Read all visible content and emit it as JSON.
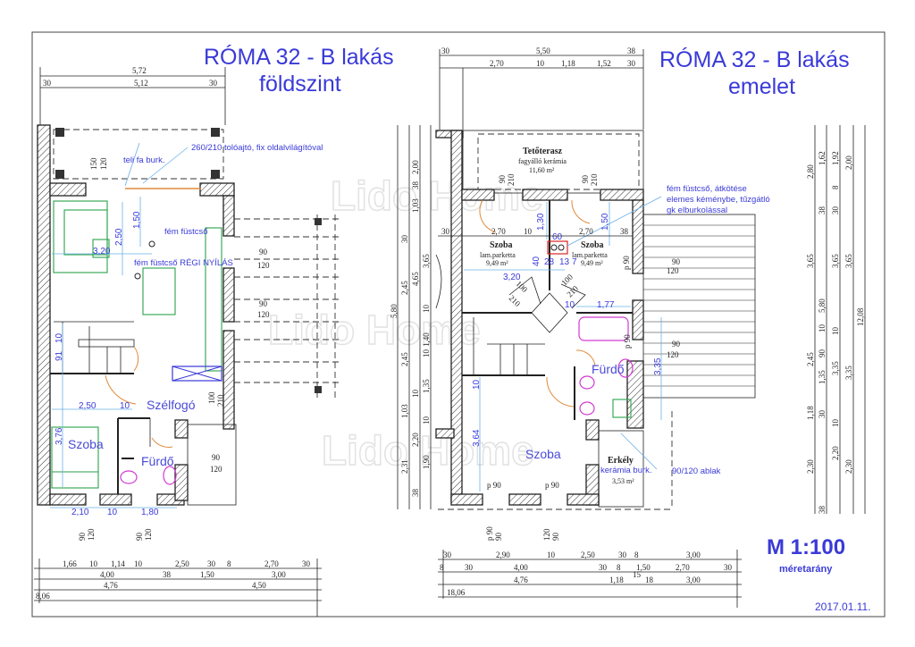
{
  "titles": {
    "left_line1": "RÓMA 32 - B lakás",
    "left_line2": "földszint",
    "right_line1": "RÓMA 32 - B lakás",
    "right_line2": "emelet"
  },
  "watermark": "Lido Home",
  "scale": {
    "label": "M 1:100",
    "caption": "méretarány"
  },
  "date": "2017.01.11.",
  "ground": {
    "rooms": [
      "Szoba",
      "Fürdő",
      "Szélfogó"
    ],
    "notes": [
      "260/210 tolóajtó, fix oldalvilágítóval",
      "teli fa burk.",
      "fém füstcső",
      "fém füstcső RÉGI NYÍLÁS"
    ],
    "inner_dims": [
      "2,50",
      "1,50",
      "3,20",
      "2,50",
      "10",
      "3,76",
      "91",
      "10",
      "2,10",
      "10",
      "1,80"
    ],
    "window_dims": [
      "150",
      "120",
      "90",
      "120",
      "90",
      "120",
      "90",
      "120",
      "100",
      "210",
      "90",
      "120",
      "90",
      "120"
    ],
    "top_dims": [
      "5,72",
      "30",
      "5,12",
      "30"
    ],
    "bottom_rows": [
      [
        "1,66",
        "10",
        "1,14",
        "10",
        "2,50",
        "30",
        "8",
        "2,70",
        "30"
      ],
      [
        "4,00",
        "38",
        "1,50",
        "3,00"
      ],
      [
        "4,76",
        "4,50"
      ],
      [
        "8,06"
      ]
    ]
  },
  "upper": {
    "rooms": [
      {
        "name": "Tetőterasz",
        "floor": "fagyálló kerámia",
        "area": "11,60 m²"
      },
      {
        "name": "Szoba",
        "floor": "lam.parketta",
        "area": "9,49 m²"
      },
      {
        "name": "Szoba",
        "floor": "lam.parketta",
        "area": "9,49 m²"
      },
      {
        "name": "Erkély",
        "floor": "kerámia burk.",
        "area": "3,53 m²"
      }
    ],
    "big_rooms": [
      "Szoba",
      "Fürdő"
    ],
    "notes": [
      "fém füstcső, átkötése",
      "elemes kéménybe, tűzgátló",
      "gk elburkolással",
      "90/120 ablak"
    ],
    "inner_dims": [
      "1,30",
      "60",
      "1,50",
      "40",
      "28",
      "13",
      "7",
      "3,20",
      "1,77",
      "10",
      "3,35",
      "3,64",
      "10"
    ],
    "plan_dims": [
      "30",
      "2,70",
      "10",
      "2,70",
      "38",
      "90",
      "210",
      "90",
      "210",
      "100",
      "210",
      "100",
      "210",
      "p 90",
      "90",
      "120",
      "90",
      "120",
      "p 90",
      "p 90",
      "p 90",
      "90",
      "120",
      "90",
      "120"
    ],
    "top_dims": [
      "30",
      "5,50",
      "38",
      "2,70",
      "10",
      "1,18",
      "1,52",
      "30"
    ],
    "bottom_rows": [
      [
        "30",
        "2,90",
        "10",
        "2,50",
        "30",
        "8",
        "3,00"
      ],
      [
        "8",
        "30",
        "4,00",
        "30",
        "8",
        "1,50",
        "2,70",
        "30"
      ],
      [
        "4,76",
        "1,18",
        "15",
        "18",
        "3,00"
      ],
      [
        "18,06"
      ]
    ],
    "left_vdims": [
      "2,00",
      "38",
      "1,03",
      "30",
      "2,45",
      "3,65",
      "4,65",
      "5,80",
      "10",
      "1,40",
      "10",
      "2,45",
      "1,03",
      "10",
      "1,35",
      "1,90",
      "2,31",
      "2,20",
      "38",
      "10"
    ],
    "right_vdims": [
      "2,80",
      "1,62",
      "1,92",
      "2,00",
      "38",
      "8",
      "30",
      "3,65",
      "3,65",
      "3,65",
      "5,80",
      "12,08",
      "10",
      "90",
      "10",
      "2,45",
      "1,35",
      "3,35",
      "3,35",
      "1,18",
      "30",
      "10",
      "2,20",
      "2,30",
      "2,30",
      "38"
    ]
  }
}
